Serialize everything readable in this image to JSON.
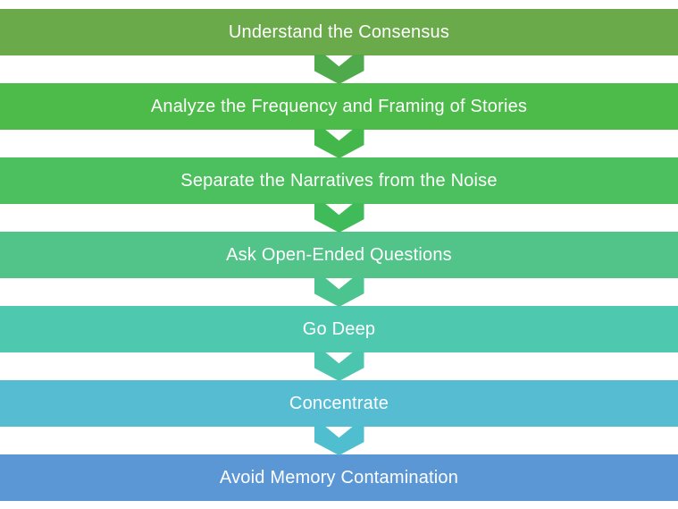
{
  "diagram": {
    "type": "vertical-process-flow",
    "background_color": "#ffffff",
    "text_color": "#ffffff",
    "steps": [
      {
        "label": "Understand the Consensus",
        "bar_color": "#6aaa4b",
        "arrow_color": "#4faa4b"
      },
      {
        "label": "Analyze the Frequency and Framing of Stories",
        "bar_color": "#4cbb49",
        "arrow_color": "#44b74a"
      },
      {
        "label": "Separate the Narratives from the Noise",
        "bar_color": "#4cc05e",
        "arrow_color": "#3fbc59"
      },
      {
        "label": "Ask Open-Ended Questions",
        "bar_color": "#52c489",
        "arrow_color": "#4cc48f"
      },
      {
        "label": "Go Deep",
        "bar_color": "#4fc8b0",
        "arrow_color": "#4cc5ae"
      },
      {
        "label": "Concentrate",
        "bar_color": "#55bcd1",
        "arrow_color": "#4fbfcf"
      },
      {
        "label": "Avoid Memory Contamination",
        "bar_color": "#5b97d4",
        "arrow_color": null
      }
    ]
  }
}
